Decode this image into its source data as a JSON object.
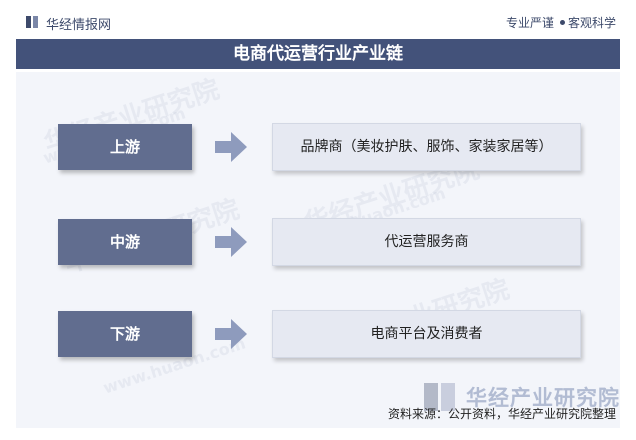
{
  "header": {
    "brand": "华经情报网",
    "slogan_left": "专业严谨",
    "slogan_right": "客观科学"
  },
  "title": "电商代运营行业产业链",
  "chain": [
    {
      "stage": "上游",
      "content": "品牌商（美妆护肤、服饰、家装家居等）"
    },
    {
      "stage": "中游",
      "content": "代运营服务商"
    },
    {
      "stage": "下游",
      "content": "电商平台及消费者"
    }
  ],
  "watermark": {
    "text": "华经产业研究院",
    "url": "www.huaon.com"
  },
  "footer": {
    "brand_large": "华经产业研究院",
    "source": "资料来源：公开资料，华经产业研究院整理"
  },
  "colors": {
    "title_band": "#43527a",
    "stage_box": "#616d8f",
    "content_box": "#e6e9f2",
    "arrow": "#8e9bbd",
    "panel": "#f3f5fa"
  },
  "icons": {
    "logo": "book-logo-icon",
    "arrow": "right-arrow-icon"
  }
}
